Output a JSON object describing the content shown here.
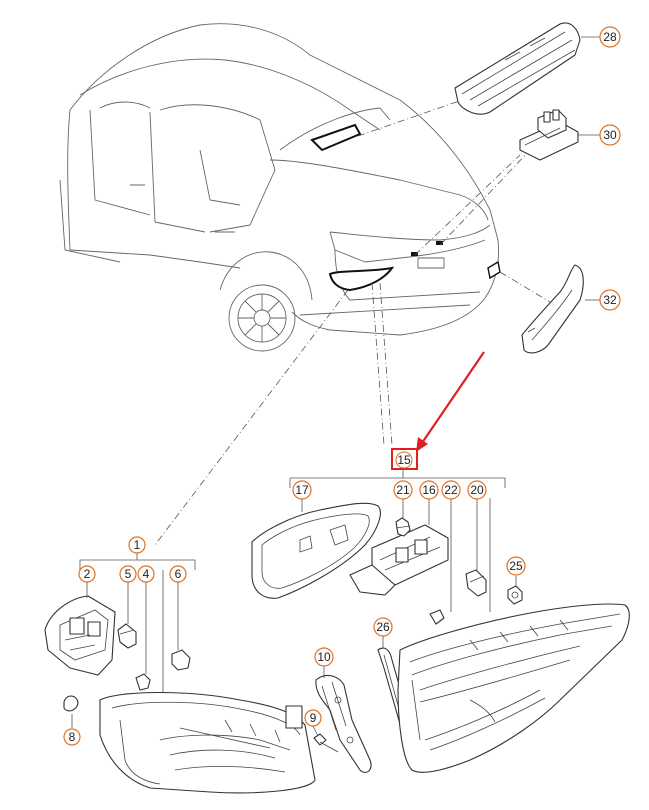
{
  "labels": {
    "n1": "1",
    "n2": "2",
    "n4": "4",
    "n5": "5",
    "n6": "6",
    "n8": "8",
    "n9": "9",
    "n10": "10",
    "n15": "15",
    "n16": "16",
    "n17": "17",
    "n20": "20",
    "n21": "21",
    "n22": "22",
    "n25": "25",
    "n26": "26",
    "n28": "28",
    "n30": "30",
    "n32": "32"
  },
  "colors": {
    "callout_circle": "#e07020",
    "highlight_box": "#e02020",
    "arrow": "#e02020",
    "line_art": "#333333"
  }
}
